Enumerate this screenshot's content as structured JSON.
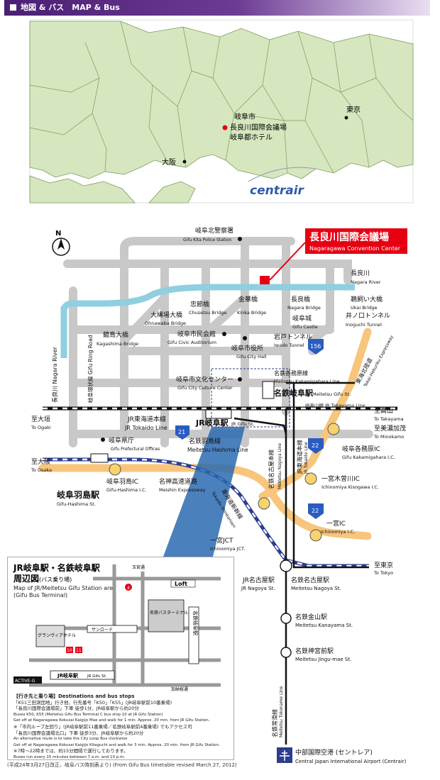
{
  "header": {
    "title": "地図 & バス　MAP & Bus"
  },
  "region_map": {
    "labels": {
      "gifu_city": "岐阜市",
      "venue_ja": "長良川国際会議場",
      "hotel": "岐阜都ホテル",
      "tokyo": "東京",
      "osaka": "大阪",
      "centrair": "centrair"
    }
  },
  "venue": {
    "ja": "長良川国際会議場",
    "en": "Nagaragawa Convention Center"
  },
  "places": {
    "police_ja": "岐阜北警察署",
    "police_en": "Gifu Kita Police Station",
    "nagara_river_ja": "長良川",
    "nagara_river_en": "Nagara River",
    "ukai_ja": "鵜飼い大橋",
    "ukai_en": "Ukai Bridge",
    "nagara_br_ja": "長良橋",
    "nagara_br_en": "Nagara Bridge",
    "kinka_ja": "金華橋",
    "kinka_en": "Kinka Bridge",
    "chusetsu_ja": "忠節橋",
    "chusetsu_en": "Chusetsu Bridge",
    "ohnawaba_ja": "大縄場大橋",
    "ohnawaba_en": "Ohnawaba Bridge",
    "kagashima_ja": "鏡島大橋",
    "kagashima_en": "Kagashima Bridge",
    "castle_ja": "岐阜城",
    "castle_en": "Gifu Castle",
    "inoguchi_ja": "井ノ口トンネル",
    "inoguchi_en": "Inoguchi Tunnel",
    "iwado_ja": "岩戸トンネル",
    "iwado_en": "Iwado Tunnel",
    "auditorium_ja": "岐阜市民会館",
    "auditorium_en": "Gifu Civic Auditorium",
    "cityhall_ja": "岐阜市役所",
    "cityhall_en": "Gifu City Hall",
    "culture_ja": "岐阜市文化センター",
    "culture_en": "Gifu City Culture Center",
    "kakamigahara_line_ja": "名鉄各務原線",
    "kakamigahara_line_en": "Meitetsu Kakamigahara Line",
    "meitetsu_gifu_ja": "名鉄岐阜駅",
    "meitetsu_gifu_en": "Meitetsu Gifu St.",
    "takayama_line": "JR高山線 JR Takayama Line",
    "to_takayama_ja": "至高山",
    "to_takayama_en": "To Takayama",
    "to_minokamo_ja": "至美濃加茂",
    "to_minokamo_en": "To Minokamo",
    "to_ogaki_ja": "至大垣",
    "to_ogaki_en": "To Ogaki",
    "to_osaka_ja": "至大阪",
    "to_osaka_en": "To Osaka",
    "to_tokyo_ja": "至東京",
    "to_tokyo_en": "To Tokyo",
    "tokaido_ja": "JR東海道本線",
    "tokaido_en": "JR Tokaido Line",
    "jr_gifu_ja": "JR岐阜駅",
    "jr_gifu_en": "JR Gifu St.",
    "hashima_line_ja": "名鉄羽島線",
    "hashima_line_en": "Meitetsu Hashima Line",
    "prefectural_ja": "岐阜県庁",
    "prefectural_en": "Gifu Prefectural Offices",
    "gifu_hashima_ic_ja": "岐阜羽島IC",
    "gifu_hashima_ic_en": "Gifu-Hashima I.C.",
    "meishin_ja": "名神高速道路",
    "meishin_en": "Meishin Expressway",
    "gifu_hashima_st_ja": "岐阜羽島駅",
    "gifu_hashima_st_en": "Gifu-Hashima St.",
    "nagara_r_vert": "長良川 Nagara River",
    "ring_road": "岐阜環状線 Gifu Ring Road",
    "kakamigahara_ic_ja": "岐阜各務原IC",
    "kakamigahara_ic_en": "Gifu Kakamigahara I.C.",
    "tokai_hokuriku_ja": "東海北陸道",
    "tokai_hokuriku_en": "Tokai-Hokuriku Expressway",
    "kisogawa_ic_ja": "一宮木曽川IC",
    "kisogawa_ic_en": "Ichinomiya Kisogawa I.C.",
    "ichinomiya_ic_ja": "一宮IC",
    "ichinomiya_ic_en": "Ichinomiya I.C.",
    "ichinomiya_jct_ja": "一宮JCT",
    "ichinomiya_jct_en": "Ichinomiya JCT.",
    "nagoya_line_ja": "名鉄名古屋本線",
    "nagoya_line_en": "Meitetsu Nagoya Line",
    "jr_tokaido_vert_ja": "JR東海道本線",
    "jr_tokaido_vert_en": "JR Tokaido Line",
    "shinkansen_ja": "東海道新幹線",
    "shinkansen_en": "Tokaido Shinkansen",
    "jr_nagoya_ja": "JR名古屋駅",
    "jr_nagoya_en": "JR Nagoya St.",
    "mei_nagoya_ja": "名鉄名古屋駅",
    "mei_nagoya_en": "Meitetsu Nagoya St.",
    "kanayama_ja": "名鉄金山駅",
    "kanayama_en": "Meitetsu Kanayama St.",
    "jingumae_ja": "名鉄神宮前駅",
    "jingumae_en": "Meitetsu Jingu-mae St.",
    "tokoname_ja": "名鉄常滑線",
    "tokoname_en": "Meitetsu Tokoname Line",
    "airport_ja": "中部国際空港 (セントレア)",
    "airport_en": "Central Japan International Airport (Centrair)",
    "north": "N",
    "route156": "156",
    "route21": "21",
    "route22a": "22",
    "route22b": "22"
  },
  "station_panel": {
    "title_line1": "JR岐阜駅・名鉄岐阜駅",
    "title_line2": "周辺図",
    "title_sub": "(バス乗り場)",
    "sub_en1": "Map of JR/Meitetsu Gifu Station area",
    "sub_en2": "(Gifu Bus Terminal)",
    "labels": {
      "shopping": "玉宮通",
      "loft": "Loft",
      "meitetsu_gifu": "名鉄岐阜駅",
      "bus_terminal": "名鉄バスターミナル",
      "sunroad": "サンロード",
      "granvia": "グランヴィアホテル",
      "activeg": "ACTIVE-G",
      "jr_gifu": "JR岐阜駅",
      "jr_gifu_en": "JR Gifu St.",
      "kano_road": "加納桜通"
    },
    "stop_nums": [
      "4",
      "10",
      "11"
    ],
    "dest_title": "【行き先と乗り場】Destinations and bus stops",
    "dest_lines": [
      "「K51三田洞団地」行き他、行先番号「K50」「K55」(JR岐阜駅前10番乗場)",
      "「長良川国際会議場前」下車 徒歩1分、JR岐阜駅から約20分",
      "Buses K50, K55 (Meitetsu Gifu Bus Terminal C bus stop 10 at JR Gifu Station)",
      "Get off at Nagaragawa Kokusai Kaigijo Mae and walk for 1 min. Approx. 20 min. from JR Gifu Station.",
      "※「市内ループ左回り」(JR岐阜駅前11番乗場／名鉄岐阜駅前4番乗場) でもアクセス可",
      "「長良川国際会議場北口」下車 徒歩3分、JR岐阜駅から約20分",
      "An alternative route is to take the City Loop Bus clockwise",
      "Get off at Nagaragawa Kokusai Kaigijo Kitaguchi and walk for 3 min. Approx. 20 min. from JR Gifu Station.",
      "※7時〜22時までは、約15分間隔で運行しております。",
      "Buses run every 15 minutes between 7 a.m. and 10 p.m."
    ]
  },
  "footer": "(平成24年3月27日改正、岐阜バス時刻表より) (From Gifu Bus timetable revised March 27, 2012)",
  "colors": {
    "land": "#d6e7bf",
    "border": "#7a9a5a",
    "sea": "#ffffff",
    "road": "#c8c8c8",
    "river": "#8fcfe0",
    "expressway": "#f7c57b",
    "jr": "#111111",
    "shinkansen": "#2a3d8f",
    "venue": "#e60012",
    "accent": "#4a1f74"
  }
}
